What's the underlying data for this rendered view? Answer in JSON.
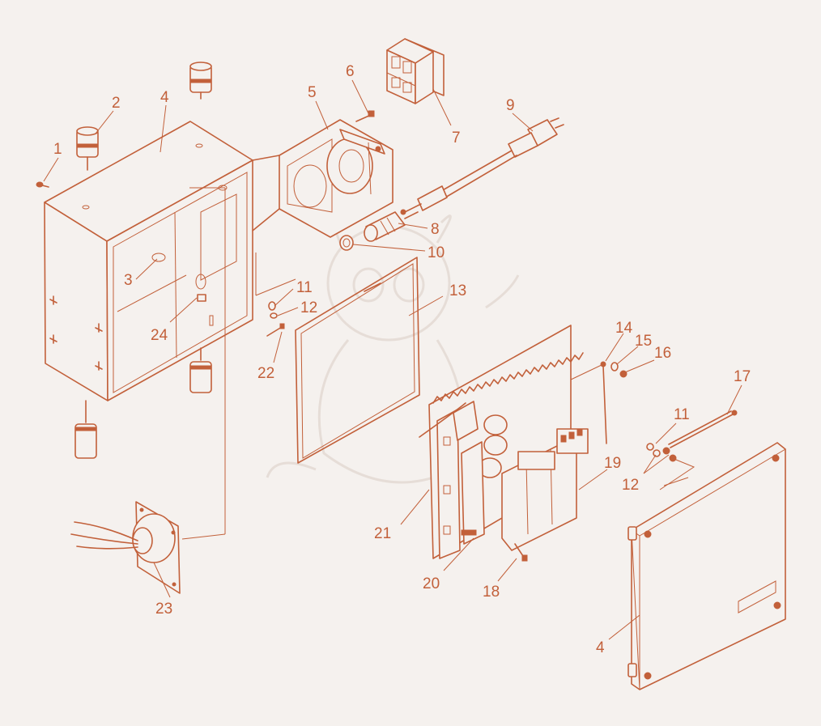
{
  "labels": {
    "l1": "1",
    "l2": "2",
    "l3": "3",
    "l4a": "4",
    "l4b": "4",
    "l5": "5",
    "l6": "6",
    "l7": "7",
    "l8": "8",
    "l9": "9",
    "l10": "10",
    "l11a": "11",
    "l11b": "11",
    "l12a": "12",
    "l12b": "12",
    "l13": "13",
    "l14": "14",
    "l15": "15",
    "l16": "16",
    "l17": "17",
    "l18": "18",
    "l19": "19",
    "l20": "20",
    "l21": "21",
    "l22": "22",
    "l23": "23",
    "l24": "24"
  },
  "colors": {
    "line": "#c2603a",
    "background": "#f5f1ee",
    "watermark": "#e6ddd7"
  }
}
